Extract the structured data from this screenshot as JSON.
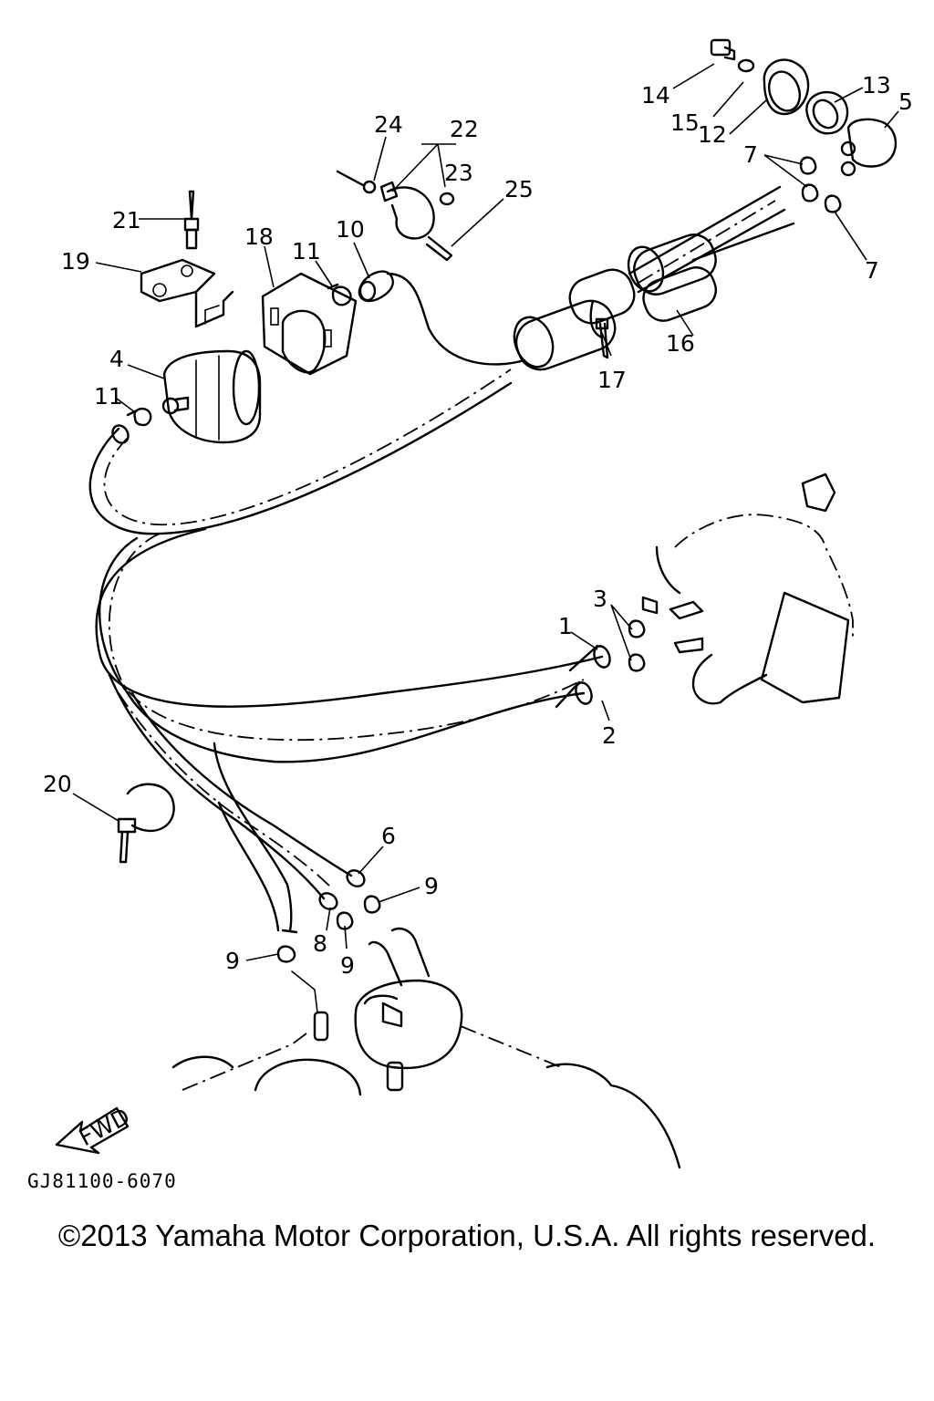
{
  "diagram": {
    "callouts": [
      {
        "id": "1",
        "text": "1"
      },
      {
        "id": "2",
        "text": "2"
      },
      {
        "id": "3",
        "text": "3"
      },
      {
        "id": "4",
        "text": "4"
      },
      {
        "id": "5",
        "text": "5"
      },
      {
        "id": "6",
        "text": "6"
      },
      {
        "id": "7a",
        "text": "7"
      },
      {
        "id": "7b",
        "text": "7"
      },
      {
        "id": "8",
        "text": "8"
      },
      {
        "id": "9a",
        "text": "9"
      },
      {
        "id": "9b",
        "text": "9"
      },
      {
        "id": "9c",
        "text": "9"
      },
      {
        "id": "10",
        "text": "10"
      },
      {
        "id": "11a",
        "text": "11"
      },
      {
        "id": "11b",
        "text": "11"
      },
      {
        "id": "12",
        "text": "12"
      },
      {
        "id": "13",
        "text": "13"
      },
      {
        "id": "14",
        "text": "14"
      },
      {
        "id": "15",
        "text": "15"
      },
      {
        "id": "16",
        "text": "16"
      },
      {
        "id": "17",
        "text": "17"
      },
      {
        "id": "18",
        "text": "18"
      },
      {
        "id": "19",
        "text": "19"
      },
      {
        "id": "20",
        "text": "20"
      },
      {
        "id": "21",
        "text": "21"
      },
      {
        "id": "22",
        "text": "22"
      },
      {
        "id": "23",
        "text": "23"
      },
      {
        "id": "24",
        "text": "24"
      },
      {
        "id": "25",
        "text": "25"
      }
    ],
    "fwd_label": "FWD",
    "part_code": "GJ81100-6070"
  },
  "copyright": "©2013 Yamaha Motor Corporation, U.S.A. All rights reserved."
}
